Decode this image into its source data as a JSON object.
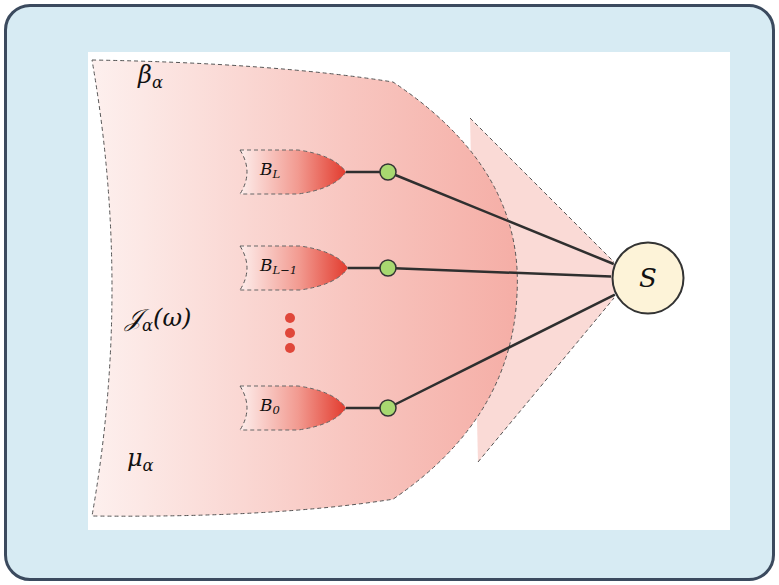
{
  "diagram": {
    "nodes": [
      {
        "text": [
          "βα",
          "𝒥α(ω)",
          "μα"
        ]
      },
      {
        "text": [
          "BL"
        ],
        "in": 0
      },
      {
        "text": [
          "BL−1"
        ],
        "in": 0
      },
      {
        "text": [
          "B0"
        ],
        "in": 0
      },
      {
        "text": [
          "S"
        ]
      }
    ],
    "edges": [
      {
        "from": 1,
        "to": 4,
        "arrow": "none"
      },
      {
        "from": 2,
        "to": 4,
        "arrow": "none"
      },
      {
        "from": 3,
        "to": 4,
        "arrow": "none"
      }
    ]
  }
}
